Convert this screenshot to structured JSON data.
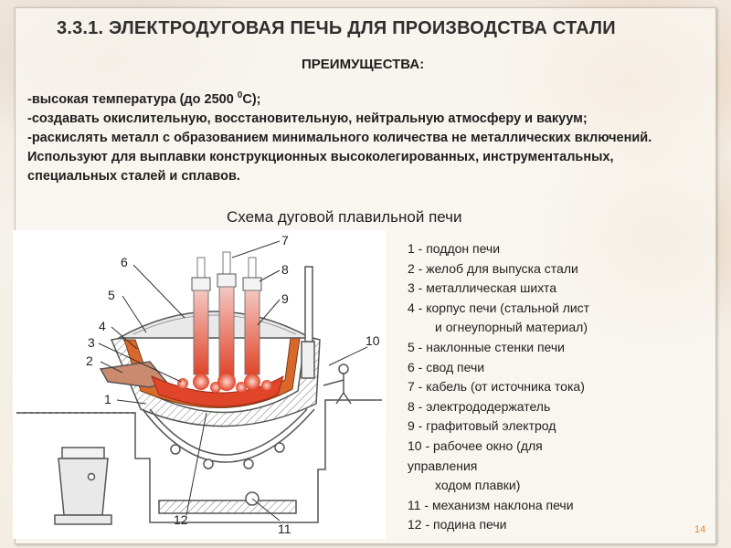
{
  "header": {
    "title": "3.3.1. ЭЛЕКТРОДУГОВАЯ ПЕЧЬ ДЛЯ ПРОИЗВОДСТВА СТАЛИ",
    "subtitle": "ПРЕИМУЩЕСТВА:"
  },
  "advantages": {
    "line1_pre": "-высокая температура (до 2500 ",
    "line1_sup": "0",
    "line1_post": "С);",
    "line2": "-создавать окислительную, восстановительную, нейтральную атмосферу и вакуум;",
    "line3": "-раскислять металл с образованием минимального количества не металлических включений.",
    "usage": "Используют для выплавки конструкционных высоколегированных, инструментальных, специальных сталей и сплавов."
  },
  "scheme": {
    "title": "Схема дуговой плавильной печи",
    "callouts": [
      "1",
      "2",
      "3",
      "4",
      "5",
      "6",
      "7",
      "8",
      "9",
      "10",
      "11",
      "12"
    ]
  },
  "legend": {
    "items": [
      "1 - поддон печи",
      "2 - желоб для выпуска стали",
      "3 - металлическая шихта",
      "4 - корпус печи (стальной лист",
      "и огнеупорный материал)",
      "5 - наклонные стенки печи",
      "6 - свод печи",
      "7 - кабель (от источника тока)",
      "8 - электрододержатель",
      "9 - графитовый электрод",
      "10 - рабочее окно (для",
      "управления",
      "ходом плавки)",
      "11 - механизм наклона печи",
      "12 - подина печи"
    ]
  },
  "footer": {
    "page_number": "14"
  },
  "colors": {
    "accent_orange": "#e08a3c",
    "refractory": "#d9692a",
    "arc_red": "#e0452a",
    "title_text": "#2f2f2f"
  }
}
